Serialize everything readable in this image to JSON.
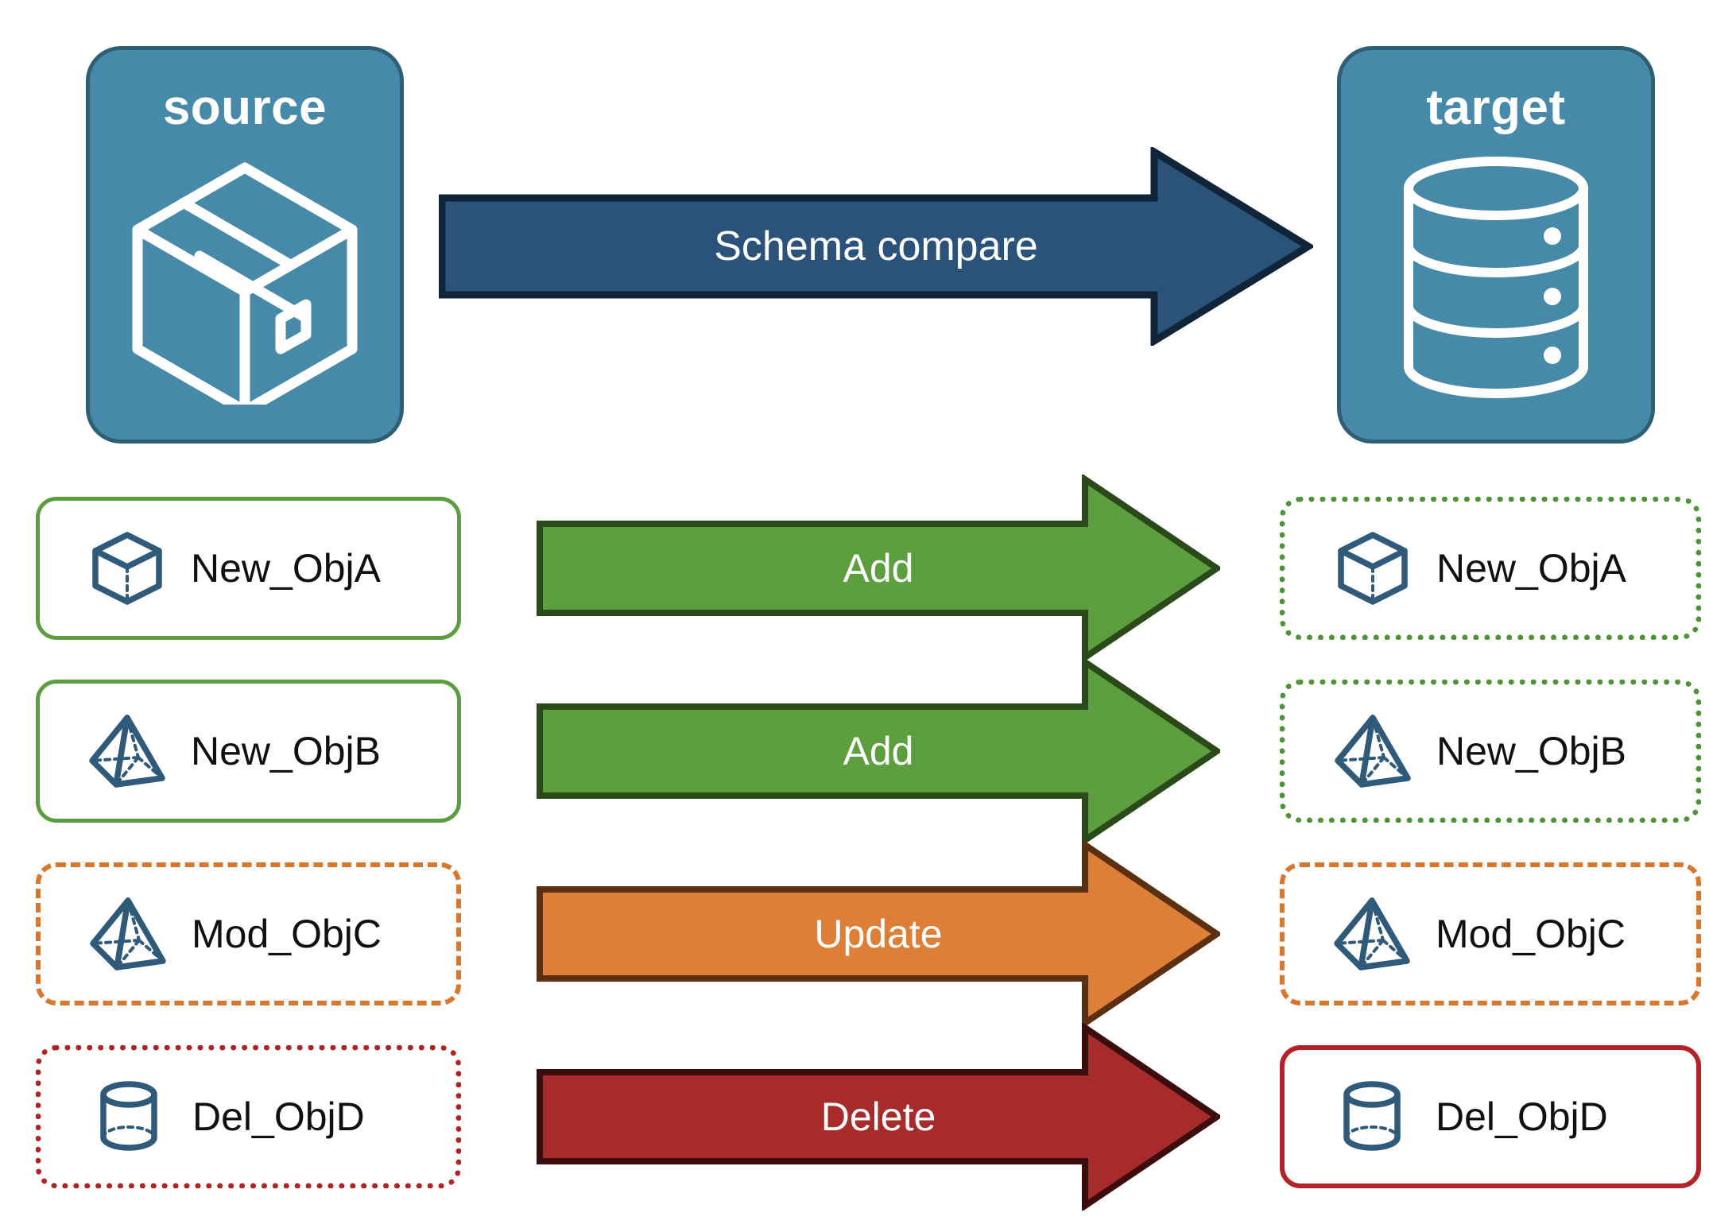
{
  "diagram": {
    "title": "Schema compare source to target"
  },
  "endpoints": {
    "source": {
      "label": "source",
      "icon": "package-box-icon",
      "fill": "#4789a8",
      "border": "#2e5f73"
    },
    "target": {
      "label": "target",
      "icon": "database-cylinder-icon",
      "fill": "#4789a8",
      "border": "#2e5f73"
    }
  },
  "compare_arrow": {
    "label": "Schema compare",
    "fill": "#2b5278",
    "border": "#10243a",
    "text_color": "#ffffff"
  },
  "rows": [
    {
      "action": "Add",
      "arrow_fill": "#5d9e3f",
      "arrow_border": "#2b4a19",
      "arrow_text_color": "#ffffff",
      "source": {
        "label": "New_ObjA",
        "icon": "cube-icon",
        "border_style": "solid",
        "border_color": "#5a9e3f"
      },
      "target": {
        "label": "New_ObjA",
        "icon": "cube-icon",
        "border_style": "dotted",
        "border_color": "#4e9437"
      }
    },
    {
      "action": "Add",
      "arrow_fill": "#5d9e3f",
      "arrow_border": "#2b4a19",
      "arrow_text_color": "#ffffff",
      "source": {
        "label": "New_ObjB",
        "icon": "pyramid-icon",
        "border_style": "solid",
        "border_color": "#5a9e3f"
      },
      "target": {
        "label": "New_ObjB",
        "icon": "pyramid-icon",
        "border_style": "dotted",
        "border_color": "#4e9437"
      }
    },
    {
      "action": "Update",
      "arrow_fill": "#dd7f37",
      "arrow_border": "#5c2f10",
      "arrow_text_color": "#ffffff",
      "source": {
        "label": "Mod_ObjC",
        "icon": "pyramid-icon",
        "border_style": "dashed",
        "border_color": "#d9772f"
      },
      "target": {
        "label": "Mod_ObjC",
        "icon": "pyramid-icon",
        "border_style": "dashed",
        "border_color": "#d9772f"
      }
    },
    {
      "action": "Delete",
      "arrow_fill": "#a82b2b",
      "arrow_border": "#3d0c0c",
      "arrow_text_color": "#ffffff",
      "source": {
        "label": "Del_ObjD",
        "icon": "cylinder-icon",
        "border_style": "dotted",
        "border_color": "#b22222"
      },
      "target": {
        "label": "Del_ObjD",
        "icon": "cylinder-icon",
        "border_style": "solid",
        "border_color": "#b32226"
      }
    }
  ],
  "colors": {
    "object_icon": "#2f5a7a",
    "label_text": "#101010",
    "background": "#ffffff"
  }
}
